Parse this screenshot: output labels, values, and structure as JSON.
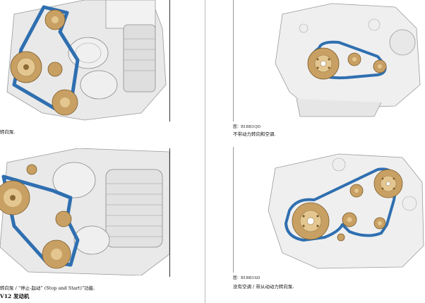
{
  "colors": {
    "belt": "#2f6fb0",
    "belt_dark": "#1f4f86",
    "pulley": "#c9a063",
    "pulley_light": "#e4c790",
    "engine_gray": "#e6e6e6",
    "line_gray": "#9a9a9a",
    "panel_bg": "#eeeeee"
  },
  "figures": {
    "top_left": {
      "caption": "转向泵."
    },
    "bottom_left": {
      "caption": "转向泵 / “停止-起动” (Stop and Start)”功能.",
      "footer": "V12",
      "footer_title": "发动机"
    },
    "top_right": {
      "label": "图：B1BB1QD",
      "caption": "不带动力转向和空调."
    },
    "bottom_right": {
      "label": "图：B1BB1SD",
      "caption": "没有空调 / 带从动动力转向泵."
    }
  }
}
